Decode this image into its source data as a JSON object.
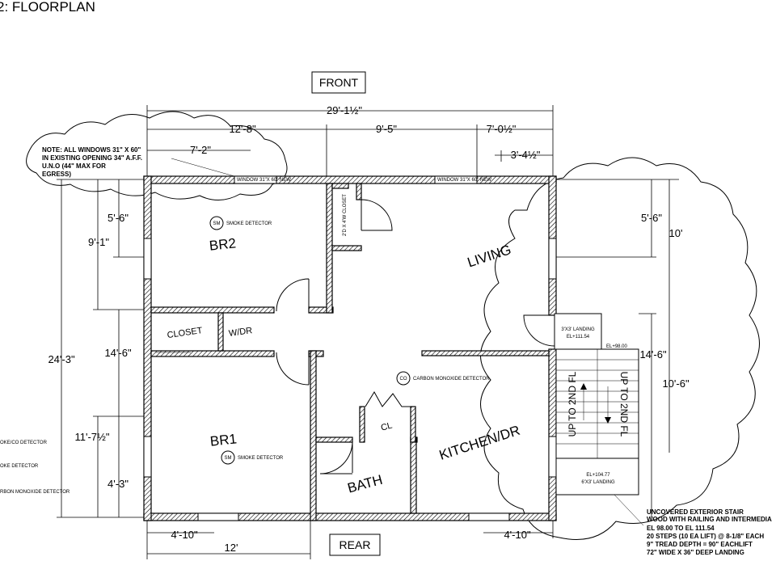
{
  "sheet_title": "2: FLOORPLAN",
  "labels": {
    "front": "FRONT",
    "rear": "REAR"
  },
  "rooms": {
    "br2": "BR2",
    "br1": "BR1",
    "living": "LIVING",
    "kitchen_dr": "KITCHEN/DR",
    "bath": "BATH",
    "closet": "CLOSET",
    "wdr": "W/DR",
    "cl": "CL",
    "closet_2x4": "2'D X 4'W CLOSET"
  },
  "detectors": {
    "sm": "SM",
    "co": "CO",
    "smoke_detector": "SMOKE DETECTOR",
    "co_detector": "CARBON MONOXIDE DETECTOR"
  },
  "legend": {
    "line1": "OKE/CO DETECTOR",
    "line2": "OKE DETECTOR",
    "line3": "RBON MONOXIDE DETECTOR"
  },
  "note_windows": [
    "NOTE: ALL WINDOWS 31\" X 60\"",
    "IN EXISTING OPENING 34\" A.F.F.",
    "U.N.O (44\" MAX FOR",
    "EGRESS)"
  ],
  "window_tags": {
    "w1": "WINDOW 31\"X 60\" NEW",
    "w2": "WINDOW 31\"X 60\" NEW"
  },
  "stair": {
    "landing_top_1": "3'X3' LANDING",
    "landing_top_2": "EL+111.54",
    "el_98": "EL+98.00",
    "up_left": "UP TO 2ND FL",
    "up_right": "UP TO 2ND FL",
    "landing_bot_1": "EL+104.77",
    "landing_bot_2": "6'X3' LANDING"
  },
  "stair_note": [
    "UNCOVERED EXTERIOR STAIR",
    "WOOD WITH RAILING AND INTERMEDIA",
    "EL 98.00 TO EL 111.54",
    "20 STEPS (10 EA LIFT) @ 8-1/8\" EACH",
    "9\" TREAD DEPTH = 90\" EACHLIFT",
    "72\" WIDE X 36\" DEEP LANDING"
  ],
  "dimensions": {
    "overall_width": "29'-1½\"",
    "d_12_8": "12'-8\"",
    "d_9_5": "9'-5\"",
    "d_7_0h": "7'-0½\"",
    "d_7_2": "7'-2\"",
    "d_3_4h": "3'-4½\"",
    "d_5_6_left": "5'-6\"",
    "d_9_1": "9'-1\"",
    "d_24_3": "24'-3\"",
    "d_14_6_left": "14'-6\"",
    "d_11_7h": "11'-7½\"",
    "d_4_3": "4'-3\"",
    "d_4_10_left": "4'-10\"",
    "d_12": "12'",
    "d_4_10_right": "4'-10\"",
    "d_5_6_right": "5'-6\"",
    "d_10": "10'",
    "d_14_6_right": "14'-6\"",
    "d_10_6": "10'-6\""
  }
}
